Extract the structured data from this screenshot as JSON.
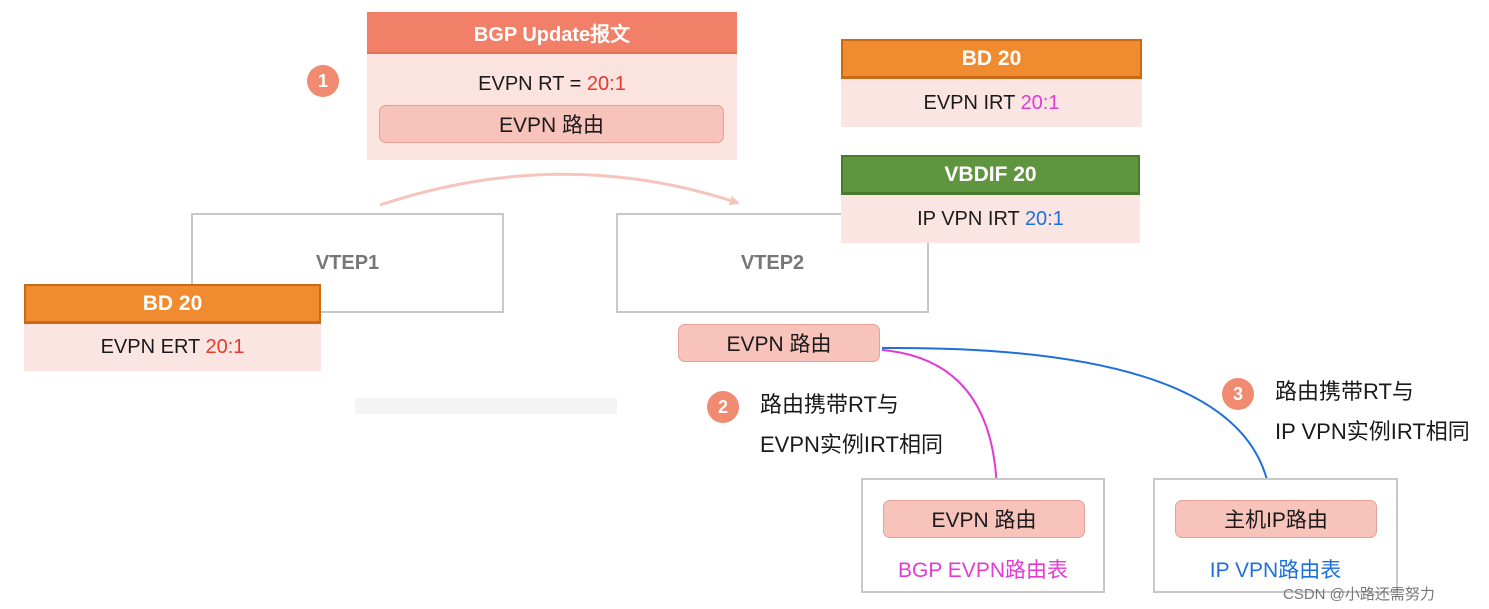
{
  "bgp_update": {
    "title": "BGP Update报文",
    "rt_label": "EVPN RT = ",
    "rt_value": "20:1",
    "route": "EVPN 路由"
  },
  "steps": [
    "1",
    "2",
    "3"
  ],
  "vtep1": {
    "name": "VTEP1",
    "bd": {
      "title": "BD 20",
      "label": "EVPN ERT ",
      "value": "20:1"
    }
  },
  "vtep2": {
    "name": "VTEP2",
    "bd": {
      "title": "BD 20",
      "label": "EVPN IRT ",
      "value": "20:1"
    },
    "vbdif": {
      "title": "VBDIF 20",
      "label": "IP VPN IRT ",
      "value": "20:1"
    },
    "route": "EVPN 路由"
  },
  "note2": {
    "line1": "路由携带RT与",
    "line2": "EVPN实例IRT相同"
  },
  "note3": {
    "line1": "路由携带RT与",
    "line2": "IP VPN实例IRT相同"
  },
  "evpn_table": {
    "entry": "EVPN 路由",
    "name": "BGP EVPN路由表"
  },
  "ipvpn_table": {
    "entry": "主机IP路由",
    "name": "IP VPN路由表"
  },
  "colors": {
    "rt_red": "#e8382a",
    "evpn_magenta": "#e33ad6",
    "ipvpn_blue": "#1e6fdc"
  },
  "watermark": "CSDN @小路还需努力"
}
